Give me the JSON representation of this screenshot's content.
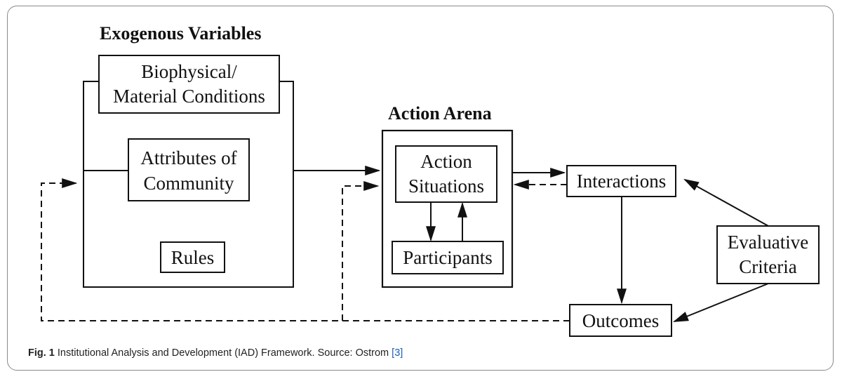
{
  "diagram": {
    "headings": {
      "exogenous": "Exogenous Variables",
      "action_arena": "Action Arena"
    },
    "boxes": {
      "biophysical_line1": "Biophysical/",
      "biophysical_line2": "Material Conditions",
      "attributes_line1": "Attributes of",
      "attributes_line2": "Community",
      "rules": "Rules",
      "action_situations_line1": "Action",
      "action_situations_line2": "Situations",
      "participants": "Participants",
      "interactions": "Interactions",
      "evaluative_line1": "Evaluative",
      "evaluative_line2": "Criteria",
      "outcomes": "Outcomes"
    }
  },
  "caption": {
    "fig_label": "Fig. 1",
    "text": "Institutional Analysis and Development (IAD) Framework. Source: Ostrom",
    "ref": "[3]"
  }
}
